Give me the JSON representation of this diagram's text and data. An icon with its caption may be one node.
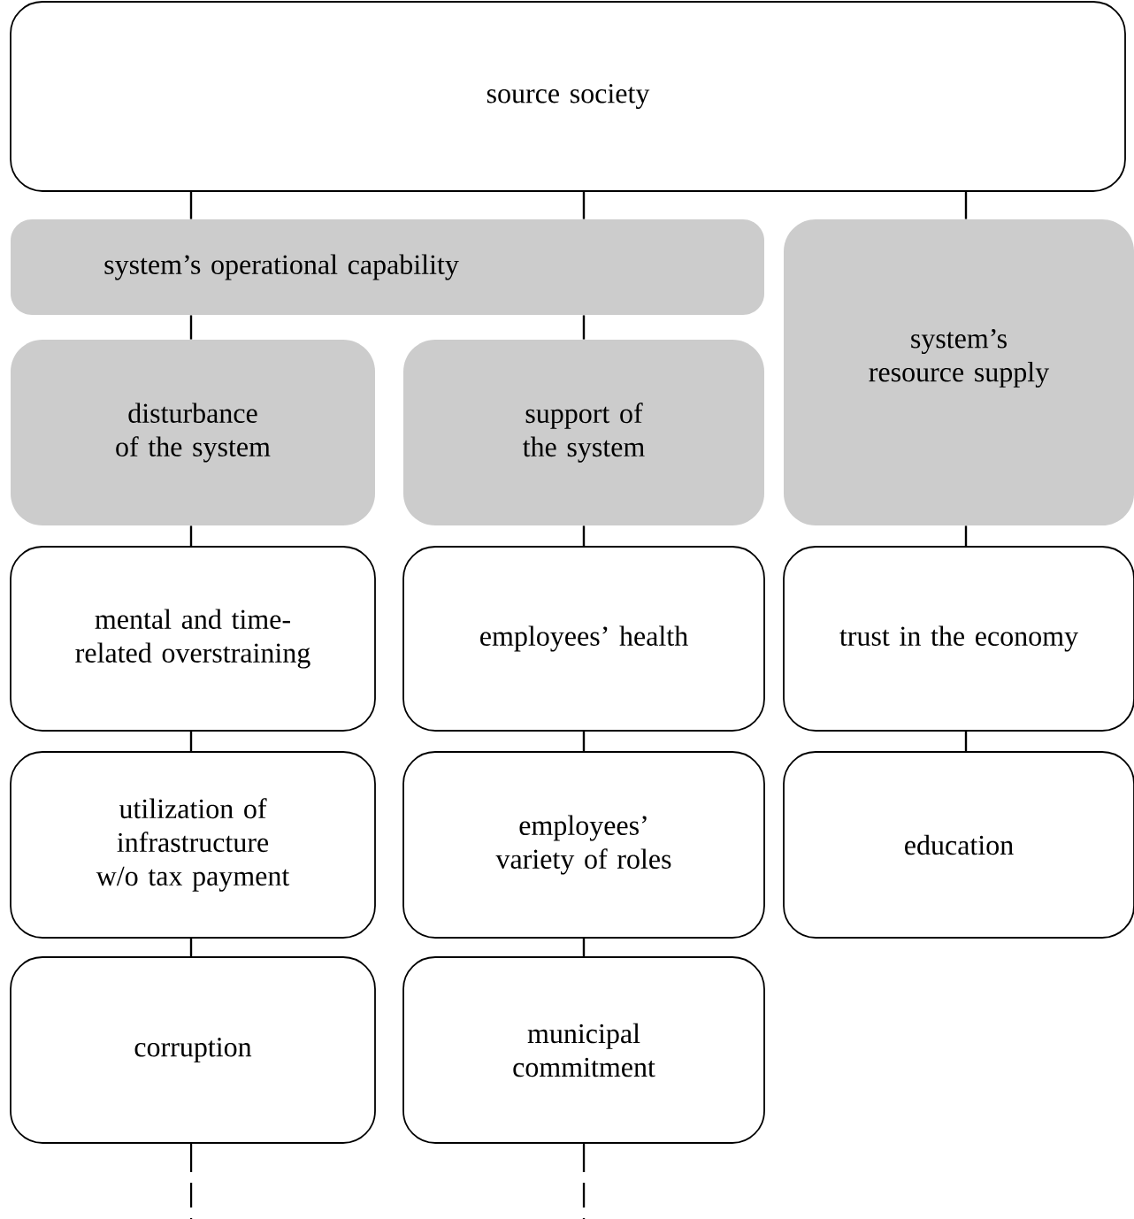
{
  "diagram": {
    "nodes": [
      {
        "text": [
          "source society"
        ]
      },
      {
        "text": [
          "system’s operational capability"
        ]
      },
      {
        "text": [
          "system’s resource supply"
        ]
      },
      {
        "text": [
          "disturbance of the system"
        ]
      },
      {
        "text": [
          "support of the system"
        ]
      },
      {
        "text": [
          "mental and time-related overstraining"
        ]
      },
      {
        "text": [
          "employees’ health"
        ]
      },
      {
        "text": [
          "trust in the economy"
        ]
      },
      {
        "text": [
          "utilization of infrastructure w/o tax payment"
        ]
      },
      {
        "text": [
          "employees’ variety of roles"
        ]
      },
      {
        "text": [
          "education"
        ]
      },
      {
        "text": [
          "corruption"
        ]
      },
      {
        "text": [
          "municipal commitment"
        ]
      }
    ],
    "edges": [
      {
        "from": 0,
        "to": 1,
        "arrow": "none"
      },
      {
        "from": 0,
        "to": 1,
        "arrow": "none"
      },
      {
        "from": 0,
        "to": 2,
        "arrow": "none"
      },
      {
        "from": 1,
        "to": 3,
        "arrow": "none"
      },
      {
        "from": 1,
        "to": 4,
        "arrow": "none"
      },
      {
        "from": 3,
        "to": 5,
        "arrow": "none"
      },
      {
        "from": 4,
        "to": 6,
        "arrow": "none"
      },
      {
        "from": 2,
        "to": 7,
        "arrow": "none"
      },
      {
        "from": 5,
        "to": 8,
        "arrow": "none"
      },
      {
        "from": 6,
        "to": 9,
        "arrow": "none"
      },
      {
        "from": 7,
        "to": 10,
        "arrow": "none"
      },
      {
        "from": 8,
        "to": 11,
        "arrow": "none"
      },
      {
        "from": 9,
        "to": 12,
        "arrow": "none"
      },
      {
        "from": 11,
        "to": null,
        "arrow": "none",
        "style": "dashed"
      },
      {
        "from": 12,
        "to": null,
        "arrow": "none",
        "style": "dashed"
      }
    ]
  }
}
